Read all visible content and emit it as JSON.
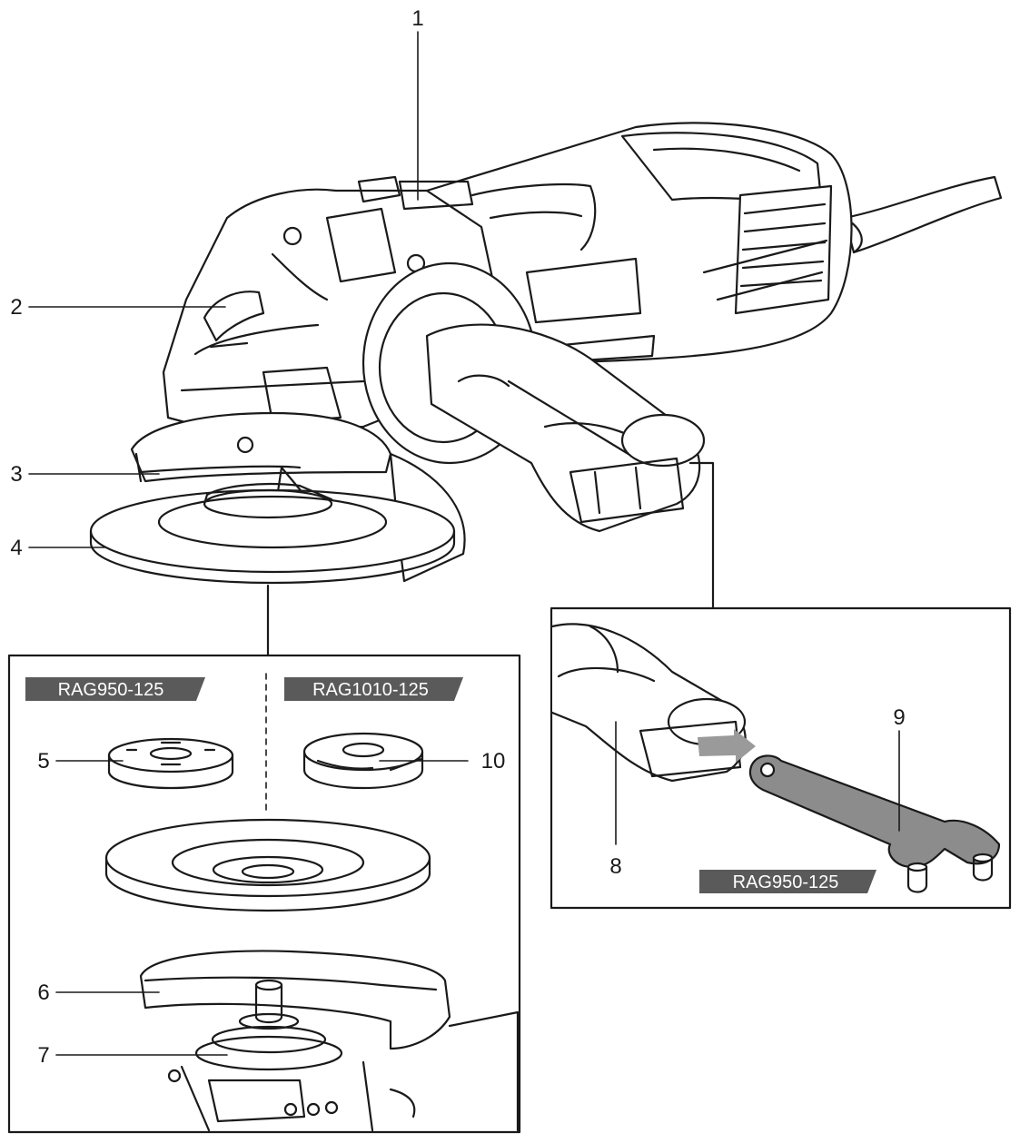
{
  "callouts": {
    "c1": "1",
    "c2": "2",
    "c3": "3",
    "c4": "4",
    "c5": "5",
    "c6": "6",
    "c7": "7",
    "c8": "8",
    "c9": "9",
    "c10": "10"
  },
  "model_tags": {
    "left_a": "RAG950-125",
    "left_b": "RAG1010-125",
    "right": "RAG950-125"
  },
  "colors": {
    "line": "#1a1a1a",
    "tag_fill": "#5a5a5a",
    "tag_text": "#ffffff",
    "wrench_fill": "#8c8c8c",
    "arrow_fill": "#9a9a9a",
    "background": "#ffffff"
  }
}
